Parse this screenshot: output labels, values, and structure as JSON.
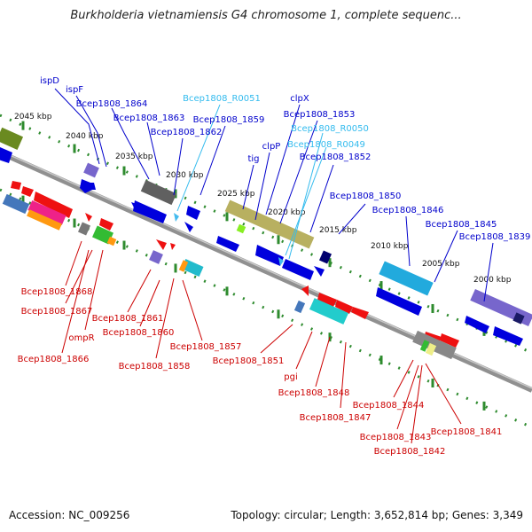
{
  "title": "Burkholderia vietnamiensis G4 chromosome 1, complete sequenc...",
  "footer": {
    "accession": "Accession: NC_009256",
    "info": "Topology: circular; Length: 3,652,814 bp; Genes: 3,349"
  },
  "colors": {
    "forward_label": "#0000cc",
    "rna_label": "#33bbee",
    "reverse_label": "#cc0000",
    "backbone": "#808080",
    "tick": "#2e8b2e"
  },
  "scale_labels": [
    "2045 kbp",
    "2040 kbp",
    "2035 kbp",
    "2030 kbp",
    "2025 kbp",
    "2020 kbp",
    "2015 kbp",
    "2010 kbp",
    "2005 kbp",
    "2000 kbp"
  ],
  "forward_genes": [
    "ispD",
    "ispF",
    "Bcep1808_1864",
    "Bcep1808_1863",
    "Bcep1808_R0051",
    "Bcep1808_1859",
    "Bcep1808_1862",
    "tig",
    "clpP",
    "clpX",
    "Bcep1808_1853",
    "Bcep1808_R0050",
    "Bcep1808_R0049",
    "Bcep1808_1852",
    "Bcep1808_1850",
    "Bcep1808_1846",
    "Bcep1808_1845",
    "Bcep1808_1839"
  ],
  "reverse_genes": [
    "Bcep1808_1868",
    "Bcep1808_1867",
    "ompR",
    "Bcep1808_1866",
    "Bcep1808_1861",
    "Bcep1808_1860",
    "Bcep1808_1857",
    "Bcep1808_1858",
    "Bcep1808_1851",
    "pgi",
    "Bcep1808_1848",
    "Bcep1808_1847",
    "Bcep1808_1844",
    "Bcep1808_1843",
    "Bcep1808_1842",
    "Bcep1808_1841"
  ]
}
